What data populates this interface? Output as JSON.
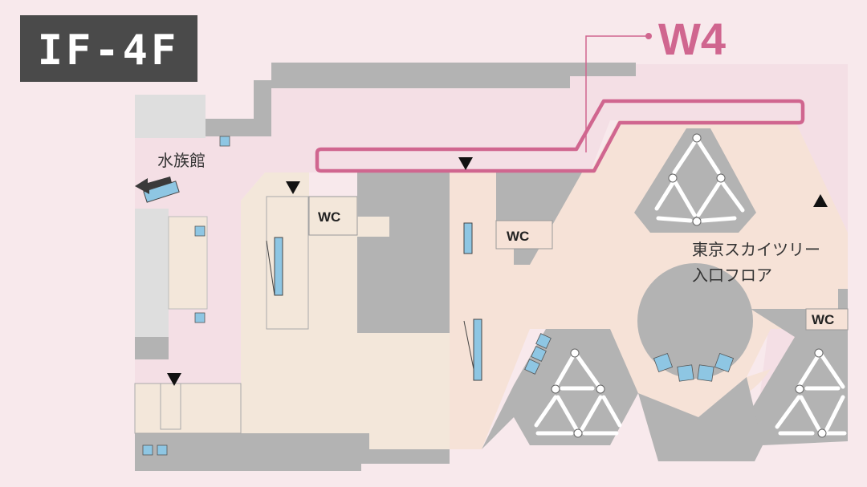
{
  "floor_badge": {
    "label": "IF-4F"
  },
  "route": {
    "label": "W4",
    "color": "#d0668f"
  },
  "places": {
    "aquarium": "水族館",
    "skytree_entrance_line1": "東京スカイツリー",
    "skytree_entrance_line2": "入口フロア"
  },
  "restrooms": {
    "label": "WC"
  },
  "colors": {
    "background": "#f8e9ec",
    "area_pink": "#f4dfe5",
    "area_beige": "#f3e7da",
    "area_peach": "#f6e2d7",
    "building_gray": "#b3b3b3",
    "building_light": "#dedede",
    "escalator_blue": "#8ec6e3",
    "badge_dark": "#4a4a4a"
  }
}
